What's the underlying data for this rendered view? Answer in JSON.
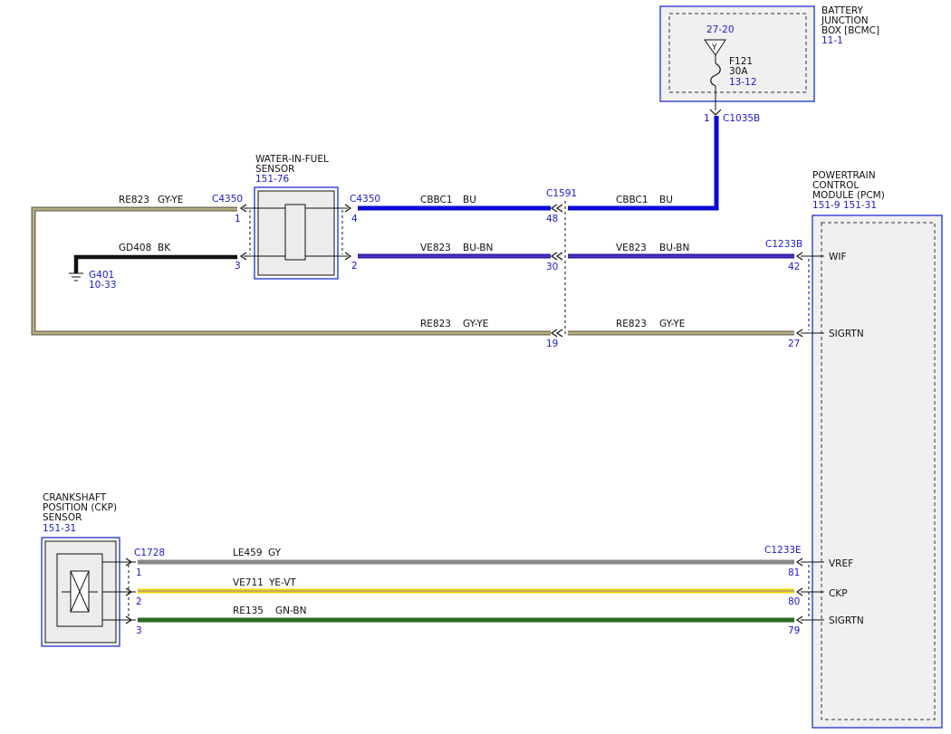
{
  "colors": {
    "link_blue": "#1a1ad6",
    "box_blue": "#3a4ad8",
    "wire_bu": "#0a0ad6",
    "wire_bu_bn": "#3a2ab0",
    "wire_gy_ye": "#a09a72",
    "wire_bk": "#111111",
    "wire_gy": "#888888",
    "wire_ye_vt": "#f0d800",
    "wire_gn_bn": "#2a6a20"
  },
  "battery_box": {
    "title_lines": [
      "BATTERY",
      "JUNCTION",
      "BOX [BCMC]"
    ],
    "ref": "11-1",
    "power_ref": "27-20",
    "fuse_name": "F121",
    "fuse_rating": "30A",
    "fuse_ref": "13-12",
    "pin": "1",
    "connector": "C1035B"
  },
  "wif_sensor": {
    "title_lines": [
      "WATER-IN-FUEL",
      "SENSOR"
    ],
    "ref": "151-76"
  },
  "pcm": {
    "title_lines": [
      "POWERTRAIN",
      "CONTROL",
      "MODULE (PCM)"
    ],
    "refs": "151-9  151-31",
    "pins": [
      "WIF",
      "SIGRTN",
      "VREF",
      "CKP",
      "SIGRTN"
    ]
  },
  "ckp_sensor": {
    "title_lines": [
      "CRANKSHAFT",
      "POSITION (CKP)",
      "SENSOR"
    ],
    "ref": "151-31"
  },
  "ground": {
    "name": "G401",
    "ref": "10-33"
  },
  "connectors": {
    "c4350_left": "C4350",
    "c4350_right": "C4350",
    "c1591": "C1591",
    "c1233b": "C1233B",
    "c1728": "C1728",
    "c1233e": "C1233E"
  },
  "pins": {
    "wif_l1": "1",
    "wif_l3": "3",
    "wif_r4": "4",
    "wif_r2": "2",
    "c1591_48": "48",
    "c1591_30": "30",
    "c1591_19": "19",
    "pcm_42": "42",
    "pcm_27": "27",
    "ckp_1": "1",
    "ckp_2": "2",
    "ckp_3": "3",
    "pcm_81": "81",
    "pcm_80": "80",
    "pcm_79": "79"
  },
  "wires": {
    "re823_left": {
      "circuit": "RE823",
      "color": "GY-YE"
    },
    "gd408": {
      "circuit": "GD408",
      "color": "BK"
    },
    "cbbc1_a": {
      "circuit": "CBBC1",
      "color": "BU"
    },
    "cbbc1_b": {
      "circuit": "CBBC1",
      "color": "BU"
    },
    "ve823_a": {
      "circuit": "VE823",
      "color": "BU-BN"
    },
    "ve823_b": {
      "circuit": "VE823",
      "color": "BU-BN"
    },
    "re823_a": {
      "circuit": "RE823",
      "color": "GY-YE"
    },
    "re823_b": {
      "circuit": "RE823",
      "color": "GY-YE"
    },
    "le459": {
      "circuit": "LE459",
      "color": "GY"
    },
    "ve711": {
      "circuit": "VE711",
      "color": "YE-VT"
    },
    "re135": {
      "circuit": "RE135",
      "color": "GN-BN"
    }
  }
}
